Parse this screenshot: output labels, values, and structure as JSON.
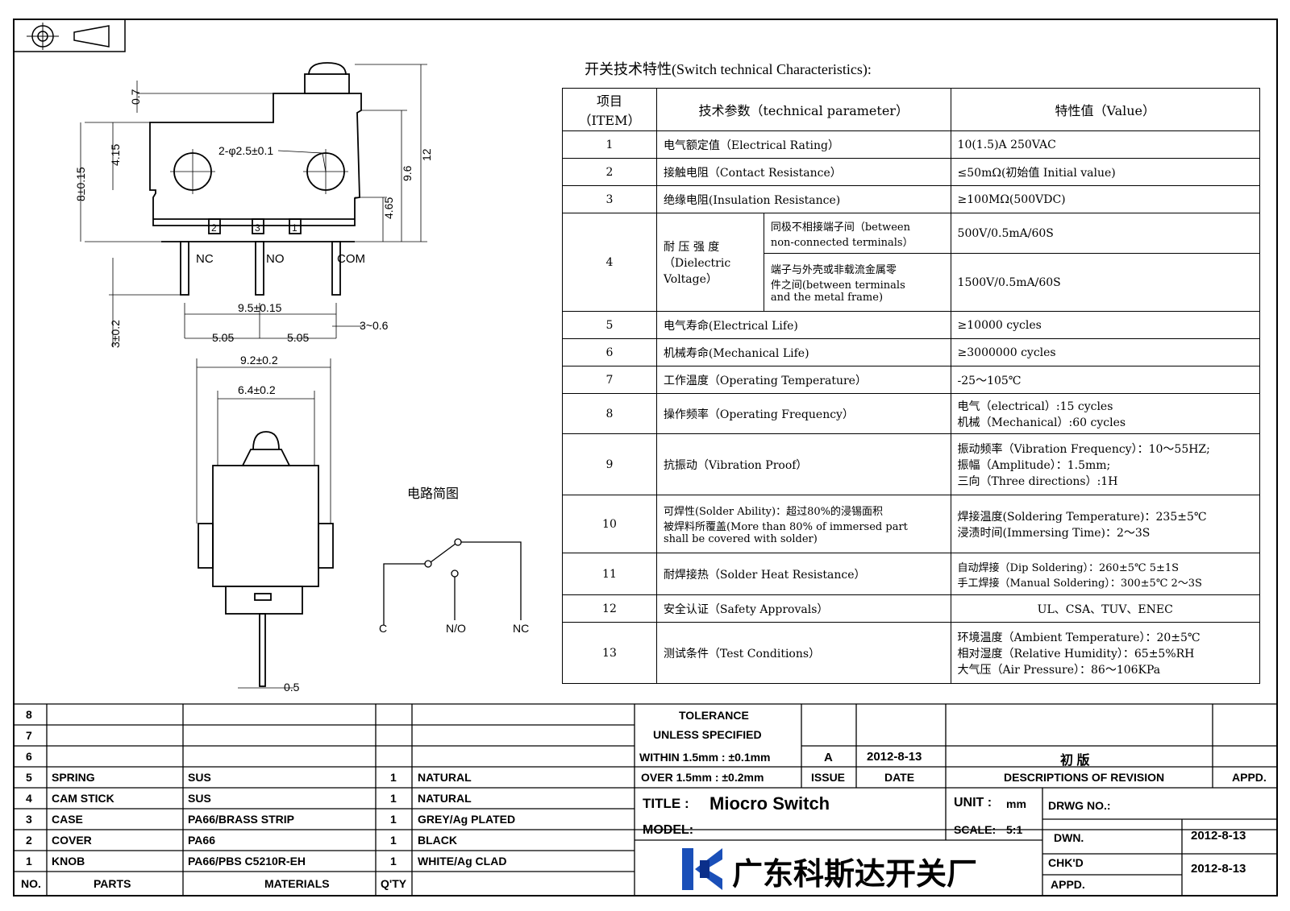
{
  "dimensions": {
    "d07": "0.7",
    "d415": "4.15",
    "d8": "8±0.15",
    "d2phi": "2-φ2.5±0.1",
    "d96": "9.6",
    "d12": "12",
    "d465": "4.65",
    "d95": "9.5±0.15",
    "d505a": "5.05",
    "d505b": "5.05",
    "d306": "3~0.6",
    "d302": "3±0.2",
    "d92": "9.2±0.2",
    "d64": "6.4±0.2",
    "d05": "0.5"
  },
  "pins": {
    "p2": "2",
    "p3": "3",
    "p1": "1",
    "nc": "NC",
    "no": "NO",
    "com": "COM"
  },
  "circuit": {
    "title": "电路简图",
    "c": "C",
    "no": "N/O",
    "nc": "NC"
  },
  "spec": {
    "title": "开关技术特性(Switch technical Characteristics):",
    "headers": {
      "item": [
        "项目",
        "（ITEM）"
      ],
      "param": "技术参数（technical parameter）",
      "value": "特性值（Value）"
    },
    "rows": [
      {
        "n": "1",
        "param": "电气额定值（Electrical Rating）",
        "value": "10(1.5)A 250VAC"
      },
      {
        "n": "2",
        "param": "接触电阻（Contact  Resistance）",
        "value": "≤50mΩ(初始值 Initial value)"
      },
      {
        "n": "3",
        "param": "绝缘电阻(Insulation Resistance)",
        "value": "≥100MΩ(500VDC)"
      },
      {
        "n": "4",
        "param": [
          "耐 压 强 度",
          "（Dielectric",
          "Voltage）"
        ],
        "subs": [
          {
            "label": [
              "同极不相接端子间（between",
              "non-connected terminals）"
            ],
            "value": "500V/0.5mA/60S"
          },
          {
            "label": [
              "端子与外壳或非载流金属零",
              "件之间(between terminals",
              "and the metal frame)"
            ],
            "value": "1500V/0.5mA/60S"
          }
        ]
      },
      {
        "n": "5",
        "param": "电气寿命(Electrical Life)",
        "value": "≥10000 cycles"
      },
      {
        "n": "6",
        "param": "机械寿命(Mechanical Life)",
        "value": "≥3000000 cycles"
      },
      {
        "n": "7",
        "param": "工作温度（Operating Temperature）",
        "value": "-25～105℃"
      },
      {
        "n": "8",
        "param": "操作频率（Operating Frequency）",
        "value": [
          "电气（electrical）:15 cycles",
          "机械（Mechanical）:60 cycles"
        ]
      },
      {
        "n": "9",
        "param": "抗振动（Vibration Proof）",
        "value": [
          "振动频率（Vibration Frequency）：10～55HZ;",
          "振幅（Amplitude）：1.5mm;",
          "三向（Three directions）:1H"
        ]
      },
      {
        "n": "10",
        "param": [
          "可焊性(Solder Ability)：超过80%的浸锡面积",
          "被焊料所覆盖(More than 80% of immersed part",
          "shall be covered with solder)"
        ],
        "value": [
          "焊接温度(Soldering Temperature)：235±5℃",
          "浸渍时间(Immersing Time)：2～3S"
        ]
      },
      {
        "n": "11",
        "param": "耐焊接热（Solder Heat Resistance）",
        "value": [
          "自动焊接（Dip Soldering）：260±5℃ 5±1S",
          "手工焊接（Manual Soldering）：300±5℃ 2～3S"
        ]
      },
      {
        "n": "12",
        "param": "安全认证（Safety Approvals）",
        "value": "UL、CSA、TUV、ENEC"
      },
      {
        "n": "13",
        "param": "测试条件（Test Conditions）",
        "value": [
          "环境温度（Ambient Temperature）：20±5℃",
          "相对湿度（Relative Humidity）：65±5%RH",
          "大气压（Air Pressure）：86～106KPa"
        ]
      }
    ]
  },
  "bom": {
    "rows": [
      {
        "no": "8",
        "part": "",
        "material": "",
        "qty": "",
        "note": ""
      },
      {
        "no": "7",
        "part": "",
        "material": "",
        "qty": "",
        "note": ""
      },
      {
        "no": "6",
        "part": "",
        "material": "",
        "qty": "",
        "note": ""
      },
      {
        "no": "5",
        "part": "SPRING",
        "material": "SUS",
        "qty": "1",
        "note": "NATURAL"
      },
      {
        "no": "4",
        "part": "CAM STICK",
        "material": "SUS",
        "qty": "1",
        "note": "NATURAL"
      },
      {
        "no": "3",
        "part": "CASE",
        "material": "PA66/BRASS STRIP",
        "qty": "1",
        "note": "GREY/Ag PLATED"
      },
      {
        "no": "2",
        "part": "COVER",
        "material": "PA66",
        "qty": "1",
        "note": "BLACK"
      },
      {
        "no": "1",
        "part": "KNOB",
        "material": "PA66/PBS C5210R-EH",
        "qty": "1",
        "note": "WHITE/Ag CLAD"
      }
    ],
    "headers": {
      "no": "NO.",
      "part": "PARTS",
      "material": "MATERIALS",
      "qty": "Q'TY"
    }
  },
  "titleblock": {
    "tolerance": "TOLERANCE",
    "unless": "UNLESS  SPECIFIED",
    "within": "WITHIN 1.5mm : ±0.1mm",
    "over": "OVER 1.5mm : ±0.2mm",
    "issue_val": "A",
    "date_val": "2012-8-13",
    "desc_val": "初 版",
    "issue": "ISSUE",
    "date": "DATE",
    "desc": "DESCRIPTIONS OF REVISION",
    "appd": "APPD.",
    "title_label": "TITLE :",
    "title_value": "Miocro Switch",
    "unit_label": "UNIT :",
    "unit_value": "mm",
    "drwg": "DRWG NO.:",
    "model": "MODEL:",
    "scale_label": "SCALE:",
    "scale_value": "5:1",
    "dwn": "DWN.",
    "dwn_date": "2012-8-13",
    "chkd": "CHK'D",
    "chkd_date": "2012-8-13",
    "appd2": "APPD.",
    "company": "广东科斯达开关厂",
    "logo_color": "#1a4fb8"
  }
}
